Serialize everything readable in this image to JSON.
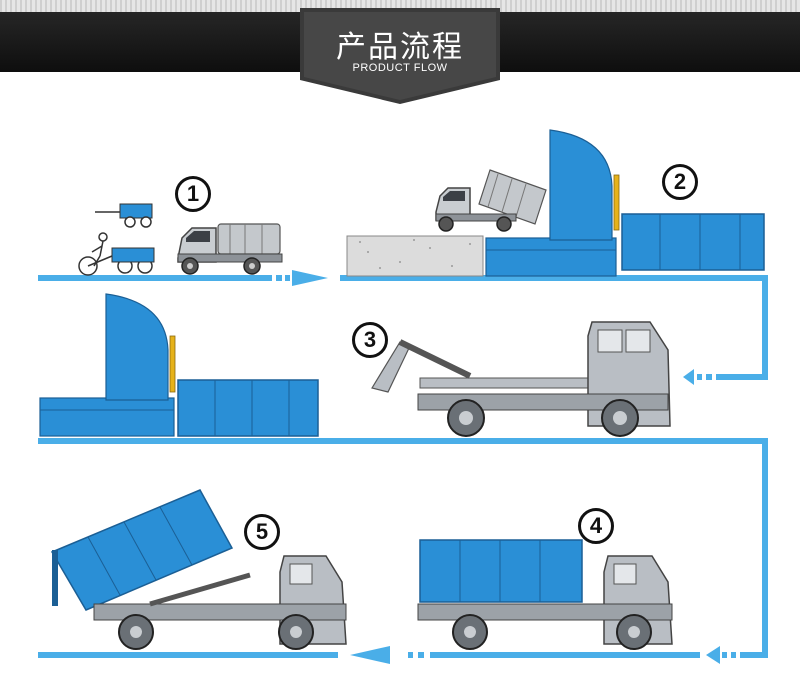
{
  "header": {
    "title": "产品流程",
    "subtitle": "PRODUCT FLOW"
  },
  "steps": [
    "1",
    "2",
    "3",
    "4",
    "5"
  ],
  "colors": {
    "accent_blue": "#2a8fd6",
    "flow_line": "#4aaee8",
    "truck_gray": "#b9bec4",
    "dark": "#161616"
  }
}
